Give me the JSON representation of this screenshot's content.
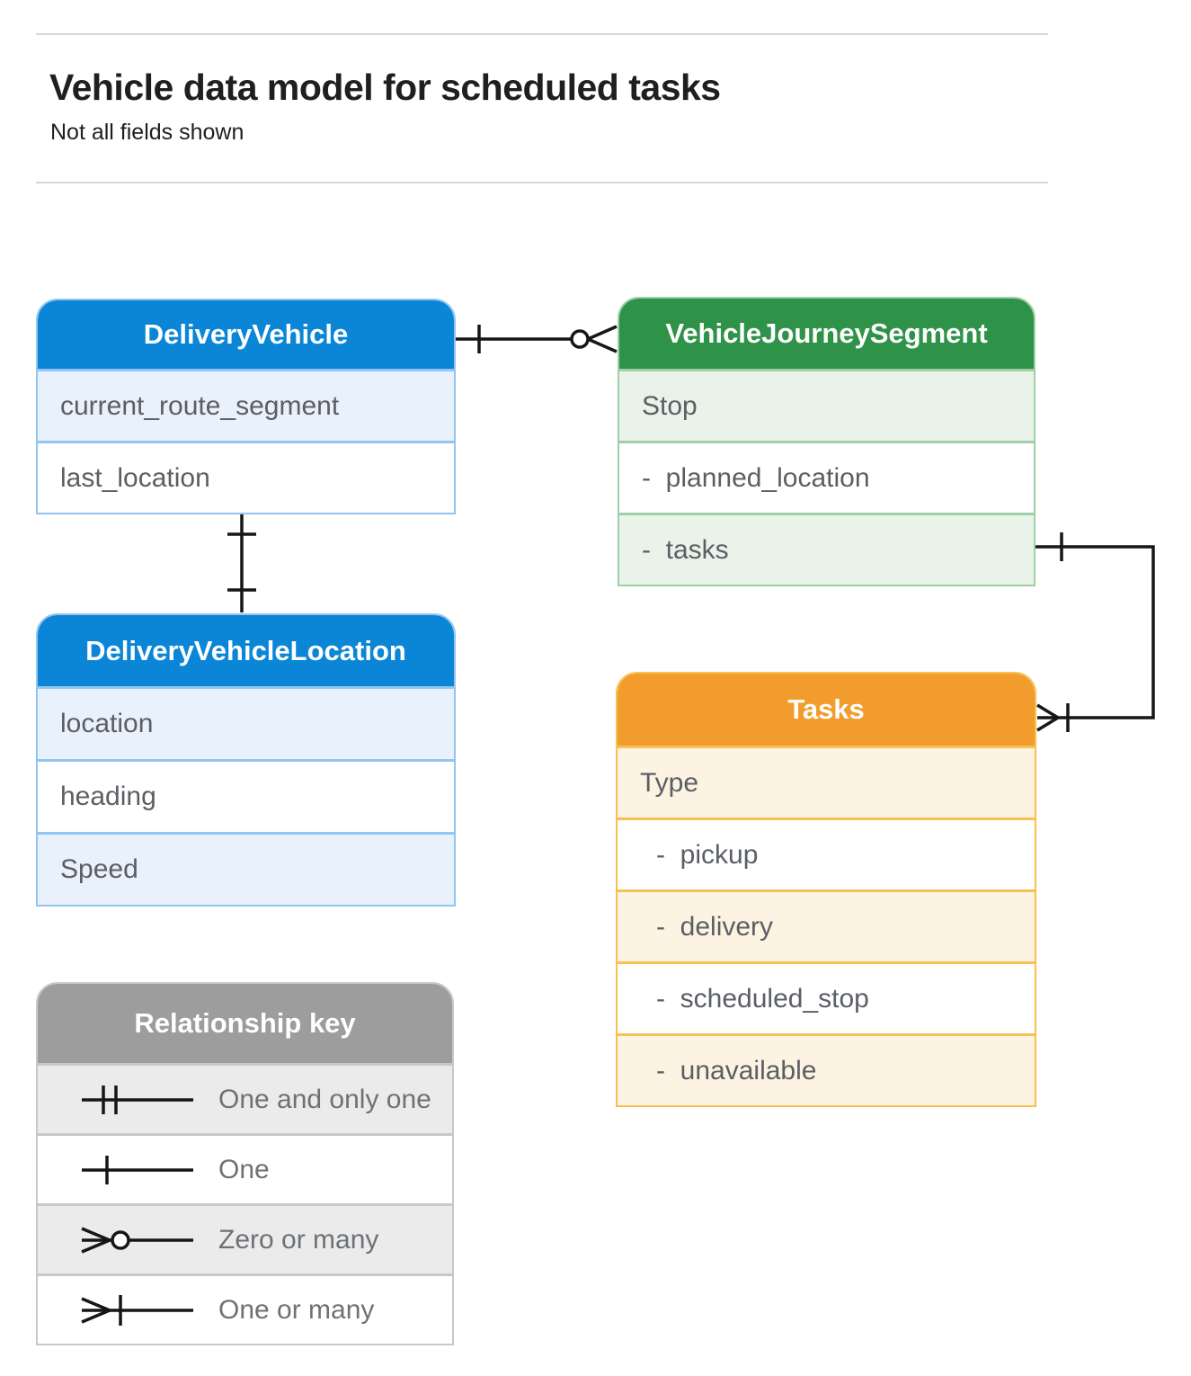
{
  "page": {
    "title": "Vehicle data model for scheduled tasks",
    "subtitle": "Not all fields shown"
  },
  "entities": [
    {
      "id": "delivery-vehicle",
      "title": "DeliveryVehicle",
      "rows": [
        {
          "label": "current_route_segment"
        },
        {
          "label": "last_location"
        }
      ]
    },
    {
      "id": "vehicle-journey-segment",
      "title": "VehicleJourneySegment",
      "rows": [
        {
          "label": "Stop"
        },
        {
          "label": "-  planned_location"
        },
        {
          "label": "-  tasks"
        }
      ]
    },
    {
      "id": "delivery-vehicle-location",
      "title": "DeliveryVehicleLocation",
      "rows": [
        {
          "label": "location"
        },
        {
          "label": "heading"
        },
        {
          "label": "Speed"
        }
      ]
    },
    {
      "id": "tasks",
      "title": "Tasks",
      "rows": [
        {
          "label": "Type"
        },
        {
          "label": "-  pickup"
        },
        {
          "label": "-  delivery"
        },
        {
          "label": "-  scheduled_stop"
        },
        {
          "label": "-  unavailable"
        }
      ]
    }
  ],
  "legend": {
    "title": "Relationship key",
    "items": [
      {
        "symbol": "one-and-only-one",
        "label": "One and only one"
      },
      {
        "symbol": "one",
        "label": "One"
      },
      {
        "symbol": "zero-or-many",
        "label": "Zero or many"
      },
      {
        "symbol": "one-or-many",
        "label": "One or many"
      }
    ]
  },
  "relationships": [
    {
      "from": "DeliveryVehicle",
      "to": "VehicleJourneySegment",
      "from_cardinality": "one",
      "to_cardinality": "zero-or-many"
    },
    {
      "from": "DeliveryVehicle",
      "to": "DeliveryVehicleLocation",
      "from_cardinality": "one",
      "to_cardinality": "one"
    },
    {
      "from": "VehicleJourneySegment.tasks",
      "to": "Tasks",
      "from_cardinality": "one",
      "to_cardinality": "one-or-many"
    }
  ],
  "colors": {
    "blue_header": "#0b86d7",
    "blue_row": "#e8f1fc",
    "blue_border": "#92c6f1",
    "green_header": "#2e9248",
    "green_row": "#e9f3ea",
    "green_border": "#9ecfa6",
    "orange_header": "#f19c2c",
    "orange_row": "#fdf3e2",
    "orange_border": "#f8c052",
    "gray_header": "#9d9d9d",
    "gray_row": "#ebebeb",
    "gray_border": "#c8c8c8",
    "line": "#161616",
    "text_dark": "#1f1f1f",
    "text_row": "#5b5f64",
    "text_legend": "#6e7276",
    "rule": "#d6d6d6"
  }
}
